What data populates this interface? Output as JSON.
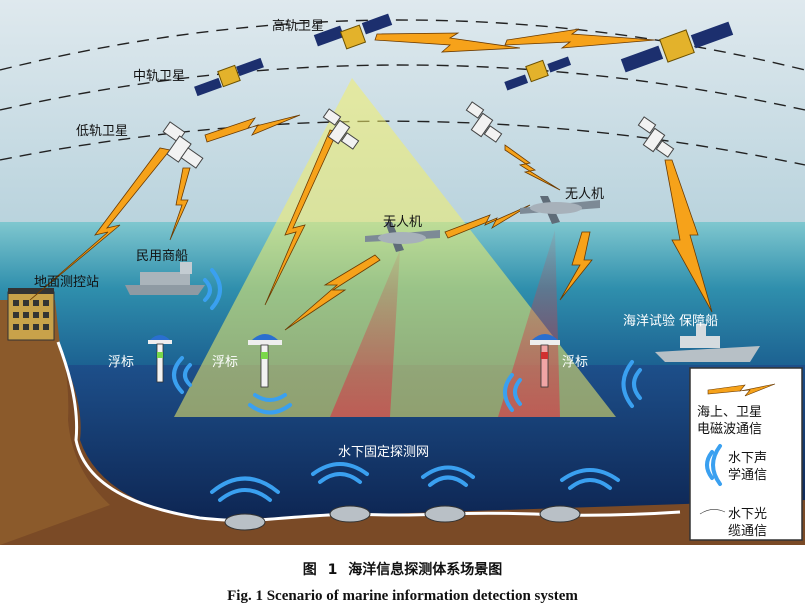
{
  "labels": {
    "geo_satellite": "高轨卫星",
    "meo_satellite": "中轨卫星",
    "leo_satellite": "低轨卫星",
    "uav": "无人机",
    "ground_station": "地面测控站",
    "merchant_ship": "民用商船",
    "buoy": "浮标",
    "test_ship": "海洋试验  保障船",
    "underwater_network": "水下固定探测网"
  },
  "legend": {
    "em_wave": "海上、卫星电磁波通信",
    "acoustic": "水下声学通信",
    "optical_cable": "水下光缆通信"
  },
  "caption": {
    "zh": "图 1   海洋信息探测体系场景图",
    "en": "Fig. 1    Scenario of marine information detection system"
  }
}
